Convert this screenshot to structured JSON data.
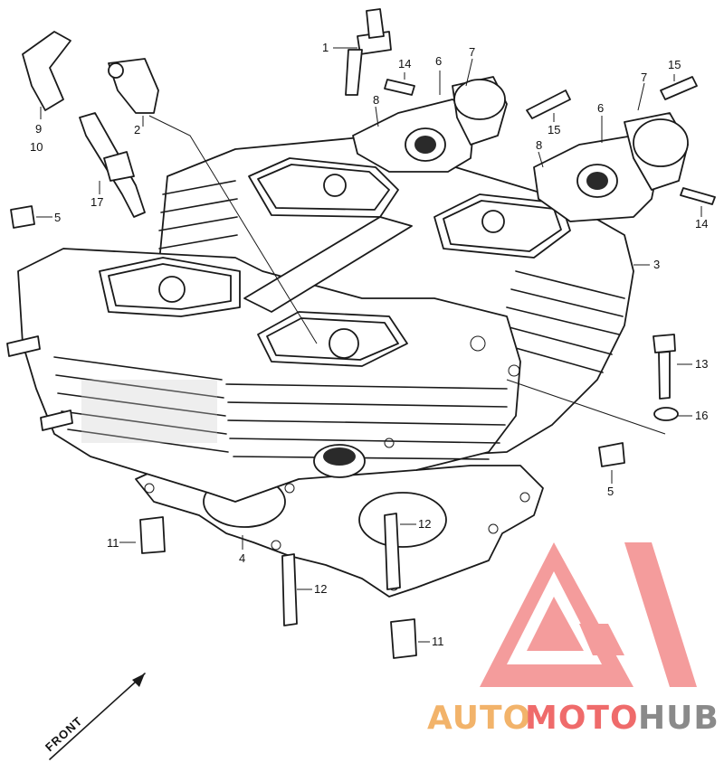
{
  "callouts": [
    {
      "id": "c1",
      "label": "1"
    },
    {
      "id": "c2",
      "label": "2"
    },
    {
      "id": "c3",
      "label": "3"
    },
    {
      "id": "c4",
      "label": "4"
    },
    {
      "id": "c5a",
      "label": "5"
    },
    {
      "id": "c5b",
      "label": "5"
    },
    {
      "id": "c6a",
      "label": "6"
    },
    {
      "id": "c6b",
      "label": "6"
    },
    {
      "id": "c7a",
      "label": "7"
    },
    {
      "id": "c7b",
      "label": "7"
    },
    {
      "id": "c8a",
      "label": "8"
    },
    {
      "id": "c8b",
      "label": "8"
    },
    {
      "id": "c9",
      "label": "9"
    },
    {
      "id": "c10",
      "label": "10"
    },
    {
      "id": "c11a",
      "label": "11"
    },
    {
      "id": "c11b",
      "label": "11"
    },
    {
      "id": "c12a",
      "label": "12"
    },
    {
      "id": "c12b",
      "label": "12"
    },
    {
      "id": "c13",
      "label": "13"
    },
    {
      "id": "c14a",
      "label": "14"
    },
    {
      "id": "c14b",
      "label": "14"
    },
    {
      "id": "c15a",
      "label": "15"
    },
    {
      "id": "c15b",
      "label": "15"
    },
    {
      "id": "c16",
      "label": "16"
    },
    {
      "id": "c17",
      "label": "17"
    }
  ],
  "front_label": "FRONT",
  "watermark": {
    "part1": "AUTO",
    "part2": "MOTO",
    "part3": "HUB",
    "color_auto": "#f2b36a",
    "color_moto": "#ef6b6b",
    "color_hub": "#8a8a8a",
    "logo_color": "#f07070"
  }
}
